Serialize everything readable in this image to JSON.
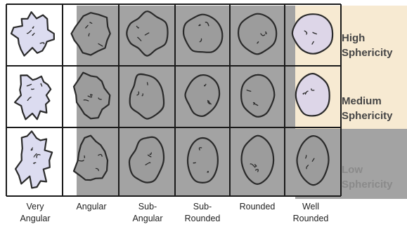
{
  "roundness_classes": [
    {
      "line1": "Very",
      "line2": "Angular"
    },
    {
      "line1": "Angular",
      "line2": ""
    },
    {
      "line1": "Sub-",
      "line2": "Angular"
    },
    {
      "line1": "Sub-",
      "line2": "Rounded"
    },
    {
      "line1": "Rounded",
      "line2": ""
    },
    {
      "line1": "Well",
      "line2": "Rounded"
    }
  ],
  "sphericity_classes": [
    {
      "line1": "High",
      "line2": "Sphericity"
    },
    {
      "line1": "Medium",
      "line2": "Sphericity"
    },
    {
      "line1": "Low",
      "line2": "Sphericity"
    }
  ],
  "colors": {
    "grid_line": "#1a1a1a",
    "gray_overlay": "#a3a3a3",
    "cream_overlay": "#f7ead2",
    "very_angular_fill": "#dcdcf0",
    "grain_fill": "#9c9c9c",
    "grain_outline": "#2a2a2a",
    "row_label_text": "#454545",
    "low_label_text": "#8a8a8a"
  }
}
